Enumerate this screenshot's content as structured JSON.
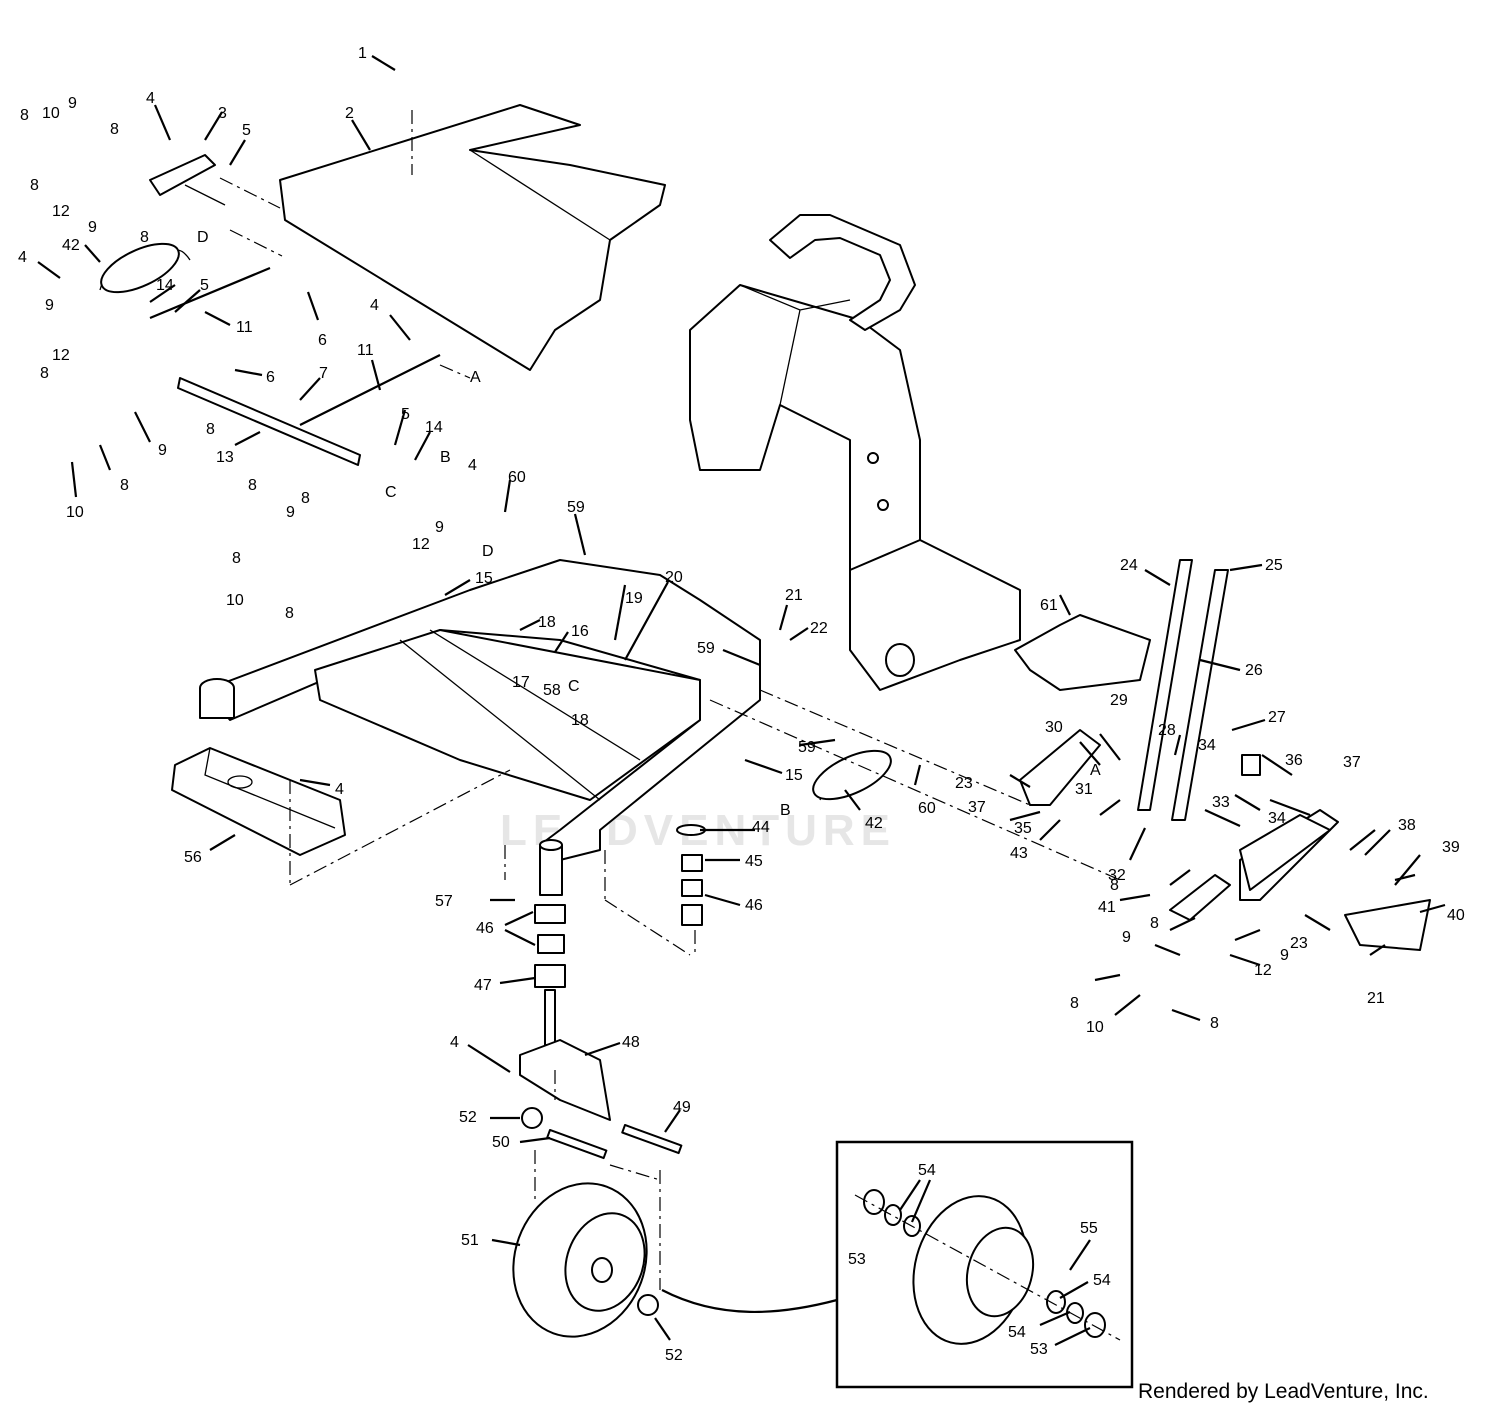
{
  "diagram": {
    "callouts": [
      "1",
      "2",
      "3",
      "4",
      "5",
      "6",
      "7",
      "8",
      "9",
      "10",
      "11",
      "12",
      "13",
      "14",
      "15",
      "16",
      "17",
      "18",
      "19",
      "20",
      "21",
      "22",
      "23",
      "24",
      "25",
      "26",
      "27",
      "28",
      "29",
      "30",
      "31",
      "32",
      "33",
      "34",
      "35",
      "36",
      "37",
      "38",
      "39",
      "40",
      "41",
      "42",
      "43",
      "44",
      "45",
      "46",
      "47",
      "48",
      "49",
      "50",
      "51",
      "52",
      "53",
      "54",
      "55",
      "56",
      "57",
      "58",
      "59",
      "60",
      "61"
    ],
    "reference_letters": [
      "A",
      "B",
      "C",
      "D"
    ],
    "watermark": "LEADVENTURE"
  },
  "credit": "Rendered by LeadVenture, Inc."
}
